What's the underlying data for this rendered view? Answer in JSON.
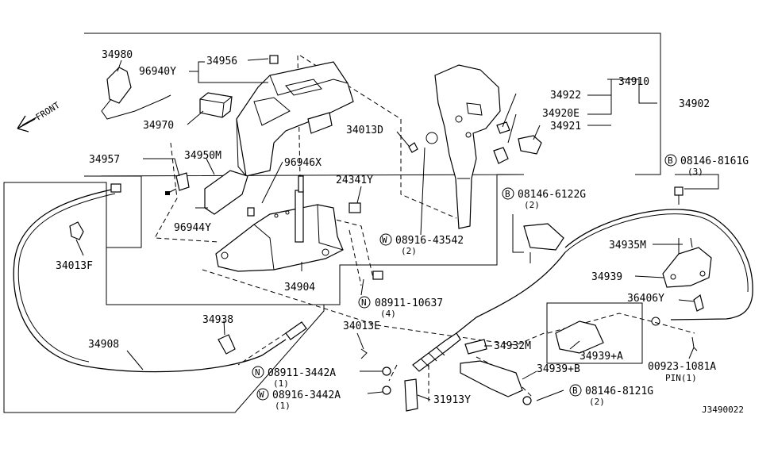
{
  "labels": {
    "p34980": "34980",
    "p96940Y": "96940Y",
    "p34956": "34956",
    "p34970": "34970",
    "p34957": "34957",
    "p34950M": "34950M",
    "p96946X": "96946X",
    "p96944Y": "96944Y",
    "p24341Y": "24341Y",
    "p34013D": "34013D",
    "p34922": "34922",
    "p34910": "34910",
    "p34920E": "34920E",
    "p34921": "34921",
    "p34902": "34902",
    "b08146_8161G": "08146-8161G",
    "b08146_8161G_qty": "(3)",
    "b08146_6122G": "08146-6122G",
    "b08146_6122G_qty": "(2)",
    "w08916_43542": "08916-43542",
    "w08916_43542_qty": "(2)",
    "p34935M": "34935M",
    "p34939": "34939",
    "p36406Y": "36406Y",
    "p34904": "34904",
    "n08911_10637": "08911-10637",
    "n08911_10637_qty": "(4)",
    "p34013F": "34013F",
    "p34938": "34938",
    "p34908": "34908",
    "p34013E": "34013E",
    "p34932M": "34932M",
    "p34939A": "34939+A",
    "p34939B": "34939+B",
    "n08911_3442A": "08911-3442A",
    "n08911_3442A_qty": "(1)",
    "w08916_3442A": "08916-3442A",
    "w08916_3442A_qty": "(1)",
    "p31913Y": "31913Y",
    "b08146_8121G": "08146-8121G",
    "b08146_8121G_qty": "(2)",
    "p00923_1081A": "00923-1081A",
    "pin": "PIN(1)",
    "front": "FRONT",
    "code": "J3490022"
  },
  "markers": {
    "b": "B",
    "w": "W",
    "n": "N"
  }
}
